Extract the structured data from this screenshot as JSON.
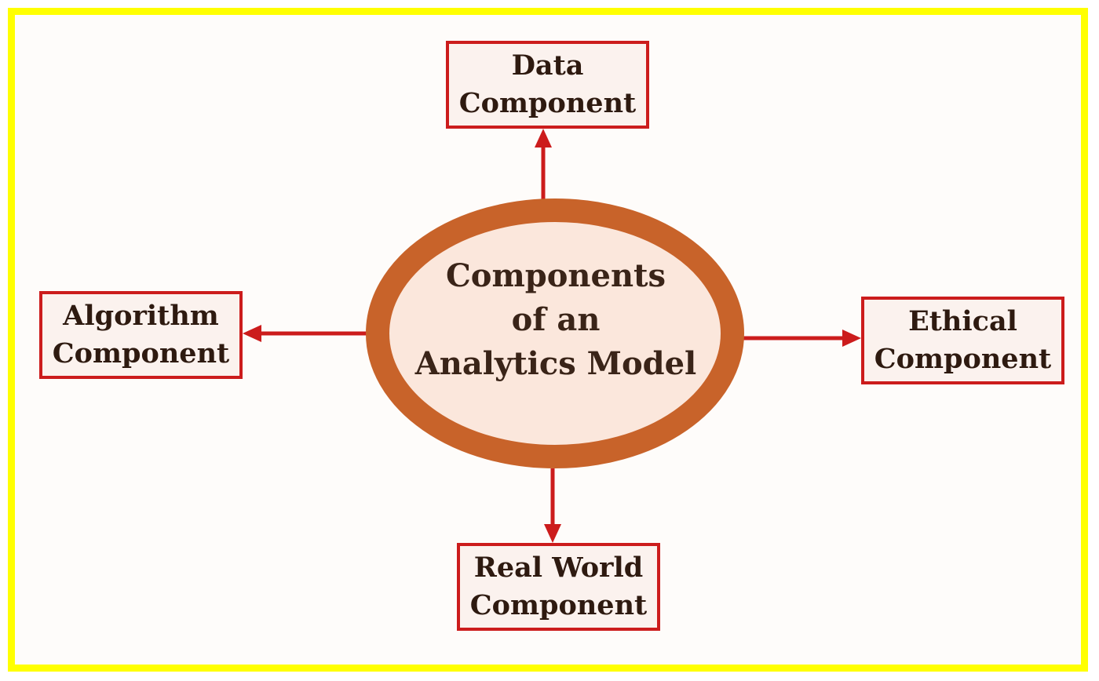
{
  "center": {
    "line1": "Components",
    "line2": "of an",
    "line3": "Analytics Model"
  },
  "nodes": {
    "top": {
      "line1": "Data",
      "line2": "Component"
    },
    "left": {
      "line1": "Algorithm",
      "line2": "Component"
    },
    "right": {
      "line1": "Ethical",
      "line2": "Component"
    },
    "bottom": {
      "line1": "Real World",
      "line2": "Component"
    }
  },
  "colors": {
    "frame_border": "#ffff00",
    "ellipse_ring": "#c8632a",
    "ellipse_fill": "#fbe7dc",
    "box_border": "#cc1c1c",
    "arrow": "#cc1c1c"
  }
}
